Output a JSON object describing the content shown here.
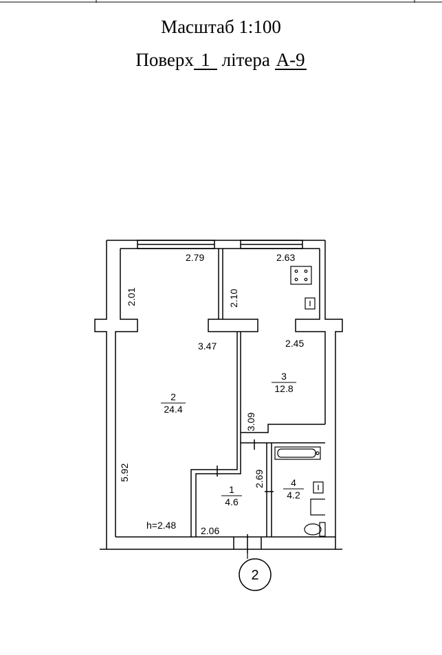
{
  "title": {
    "scale": "Масштаб 1:100",
    "floor_word": "Поверх",
    "floor_value": "1",
    "liter_word": "літера",
    "liter_value": "А-9"
  },
  "dimensions": {
    "d_279": "2.79",
    "d_263": "2.63",
    "d_201": "2.01",
    "d_210": "2.10",
    "d_347": "3.47",
    "d_245": "2.45",
    "d_309": "3.09",
    "d_592": "5.92",
    "d_269": "2.69",
    "d_206": "2.06"
  },
  "rooms": [
    {
      "number": "2",
      "area": "24.4"
    },
    {
      "number": "3",
      "area": "12.8"
    },
    {
      "number": "1",
      "area": "4.6"
    },
    {
      "number": "4",
      "area": "4.2"
    }
  ],
  "ceiling_height": "h=2.48",
  "axis_marker": "2"
}
